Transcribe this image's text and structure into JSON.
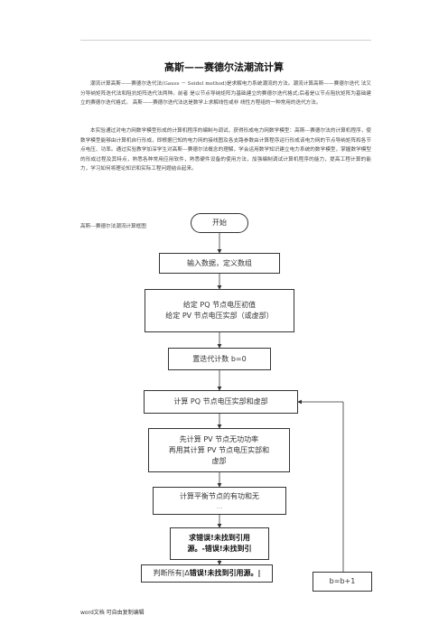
{
  "doc": {
    "title": "高斯——赛德尔法潮流计算",
    "paragraphs": [
      "潮流计算高斯——赛德尔迭代法(Gauss － Seidel method)是求解电力系统潮流的方法。潮流计算高斯——赛德尔迭代 法又分导纳矩阵迭代法和阻抗矩阵迭代法两种。前者 是以节点导纳矩阵为基础建立的赛德尔迭代格式;后者是以节点阻抗矩阵为基础建立的赛德尔迭代格式。 高斯——赛德尔迭代法这是数学上求解线性或非 线性方程组的一种常用的迭代方法。",
      "本实验通过对电力网数学模型形成的计算机程序的编制与调试，获得形成电力网数学模型：高斯---赛德尔法的计算机程序，使数学模型能够由计算机自行形成，即根据已知的电力网的接线图及各支路参数由计算程序运行形成该电力网的节点导纳矩阵和各节点电压、功率。通过实验教学加深学生对高斯---赛德尔法概念的理解，学会运用数学知识建立电力系统的数学模型，掌握数学模型的形成过程及其特点，熟悉各种常用应用软件，熟悉硬件设备的使用方法，加强编制调试计算机程序的能力，提高工程计算的能力，学习如何将理论知识和实际工程问题结合起来。"
    ],
    "caption": "高斯---赛德尔法潮流计算框图",
    "footer": "word文档 可自由复制编辑"
  },
  "flow": {
    "start": "开始",
    "input": "输入数据，定义数组",
    "init_line1": "给定 PQ 节点电压初值",
    "init_line2": "给定 PV 节点电压实部（或虚部）",
    "iter": "置迭代计数 b=0",
    "pq": "计算 PQ 节点电压实部和虚部",
    "pv_line1": "先计算 PV 节点无功功率",
    "pv_line2": "再用其计算 PV 节点电压实部和",
    "pv_line3": "虚部",
    "balance": "计算平衡节点的有功和无",
    "balance_cut": "...",
    "err_line1": "求错误!未找到引用",
    "err_line2": "源。-错误!未找到引",
    "judge_prefix": "判断所有|Δ",
    "judge_err": "错误!未找到引用源。|",
    "incr": "b=b+1"
  }
}
